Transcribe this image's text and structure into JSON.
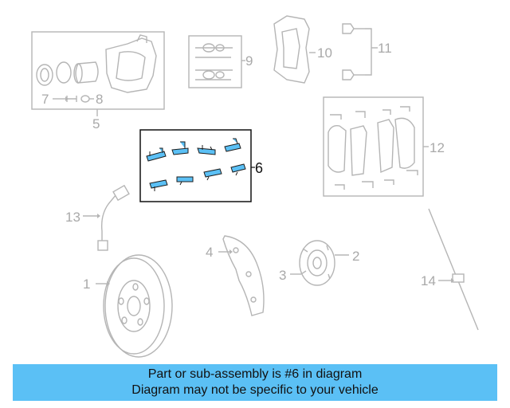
{
  "diagram": {
    "highlight_color": "#5bc0f5",
    "callouts": {
      "c1": "1",
      "c2": "2",
      "c3": "3",
      "c4": "4",
      "c5": "5",
      "c6": "6",
      "c7": "7",
      "c8": "8",
      "c9": "9",
      "c10": "10",
      "c11": "11",
      "c12": "12",
      "c13": "13",
      "c14": "14"
    },
    "highlighted_part": "6"
  },
  "banner": {
    "line1": "Part or sub-assembly is #6 in diagram",
    "line2": "Diagram may not be specific to your vehicle",
    "background": "#5bc0f5"
  }
}
